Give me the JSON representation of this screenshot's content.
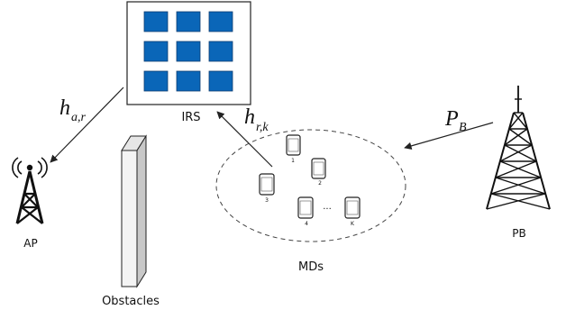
{
  "nodes": {
    "irs": {
      "label": "IRS"
    },
    "ap": {
      "label": "AP"
    },
    "pb": {
      "label": "PB"
    },
    "mds": {
      "label": "MDs"
    },
    "obstacles": {
      "label": "Obstacles"
    }
  },
  "channels": {
    "h_ar": {
      "symbol": "h",
      "subscript": "a,r"
    },
    "h_rk": {
      "symbol": "h",
      "subscript": "r,k"
    },
    "p_b": {
      "symbol": "P",
      "subscript": "B"
    }
  },
  "devices": [
    {
      "label": "1"
    },
    {
      "label": "2"
    },
    {
      "label": "3"
    },
    {
      "label": "4"
    },
    {
      "label": "K"
    }
  ],
  "ellipsis": "...",
  "colors": {
    "irs_element": "#0a66b8",
    "stroke": "#222222",
    "obstacle_light": "#f2f2f2",
    "obstacle_dark": "#c8c8c8"
  }
}
